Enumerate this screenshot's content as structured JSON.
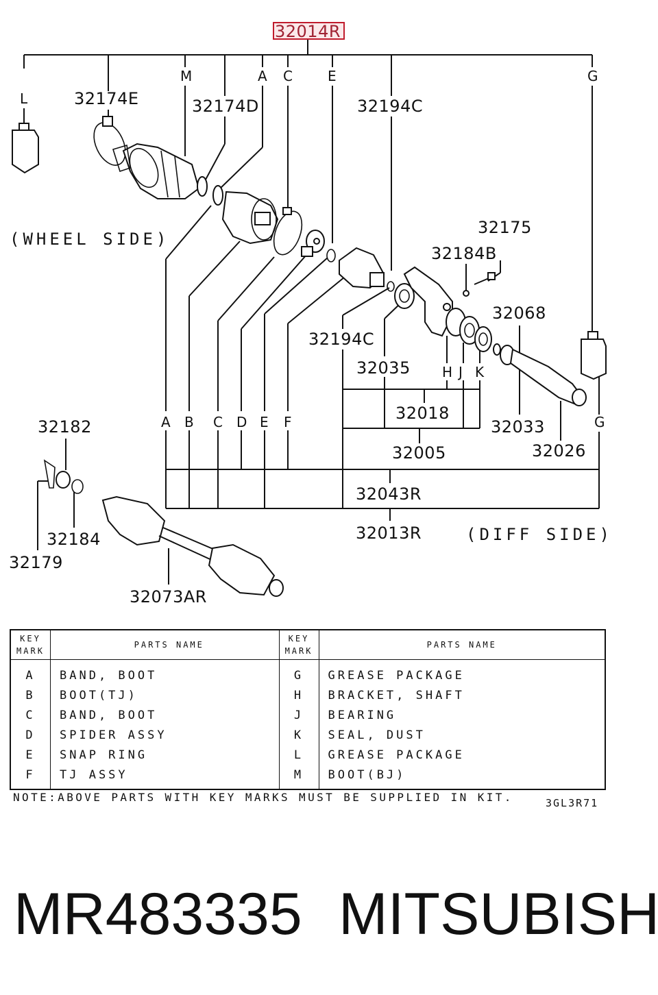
{
  "diagram": {
    "assembly_number": "32014R",
    "labels": {
      "p32174E": "32174E",
      "p32174D": "32174D",
      "p32194C_top": "32194C",
      "p32175": "32175",
      "p32184B": "32184B",
      "p32068": "32068",
      "p32194C_mid": "32194C",
      "p32035": "32035",
      "p32018": "32018",
      "p32033": "32033",
      "p32005": "32005",
      "p32026": "32026",
      "p32043R": "32043R",
      "p32013R": "32013R",
      "p32182": "32182",
      "p32184": "32184",
      "p32179": "32179",
      "p32073AR": "32073AR"
    },
    "key_letters_top": {
      "L": "L",
      "M": "M",
      "A": "A",
      "C": "C",
      "E": "E",
      "G": "G"
    },
    "key_letters_bottom": {
      "A": "A",
      "B": "B",
      "C": "C",
      "D": "D",
      "E": "E",
      "F": "F",
      "G": "G",
      "H": "H",
      "J": "J",
      "K": "K"
    },
    "wheel_side": "(WHEEL SIDE)",
    "diff_side": "(DIFF SIDE)"
  },
  "table": {
    "header_key": [
      "KEY",
      "MARK"
    ],
    "header_name": "PARTS NAME",
    "rows": [
      {
        "left_key": "A",
        "left_name": "BAND, BOOT",
        "right_key": "G",
        "right_name": "GREASE PACKAGE"
      },
      {
        "left_key": "B",
        "left_name": "BOOT(TJ)",
        "right_key": "H",
        "right_name": "BRACKET, SHAFT"
      },
      {
        "left_key": "C",
        "left_name": "BAND, BOOT",
        "right_key": "J",
        "right_name": "BEARING"
      },
      {
        "left_key": "D",
        "left_name": "SPIDER ASSY",
        "right_key": "K",
        "right_name": "SEAL, DUST"
      },
      {
        "left_key": "E",
        "left_name": "SNAP RING",
        "right_key": "L",
        "right_name": "GREASE PACKAGE"
      },
      {
        "left_key": "F",
        "left_name": "TJ ASSY",
        "right_key": "M",
        "right_name": "BOOT(BJ)"
      }
    ]
  },
  "note": "NOTE:ABOVE PARTS WITH KEY MARKS MUST BE SUPPLIED IN KIT.",
  "drawing_code": "3GL3R71",
  "footer": {
    "part_number": "MR483335",
    "brand": "MITSUBISHI"
  },
  "colors": {
    "highlight_border": "#c01b2c",
    "highlight_fill": "#fbe9ea",
    "ink": "#111111"
  }
}
